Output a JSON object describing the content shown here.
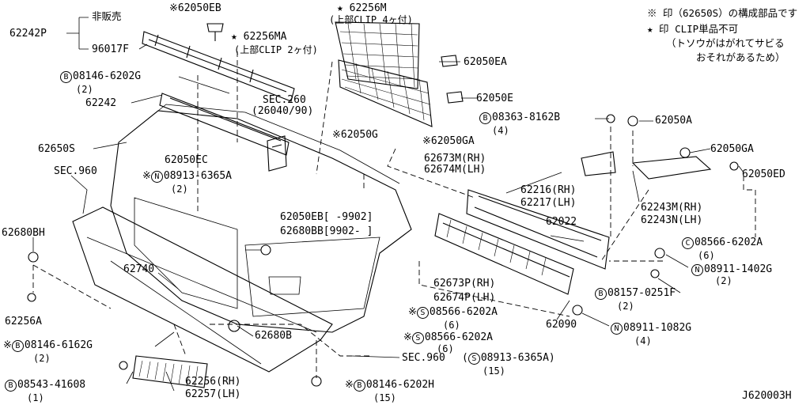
{
  "diagram": {
    "legend": {
      "line1": "※ 印（62650S）の構成部品です",
      "line2": "★ 印  CLIP単品不可",
      "line3": "（トソウがはがれてサビる",
      "line4": "おそれがあるため）"
    },
    "labels": {
      "p62242P": "62242P",
      "not_for_sale": "非販売",
      "p96017F": "96017F",
      "p62050EB_top": "※62050EB",
      "p62256M": "★ 62256M",
      "p62256M_note": "(上部CLIP 4ヶ付)",
      "p62256MA": "★ 62256MA",
      "p62256MA_note": "(上部CLIP 2ヶ付)",
      "p62050EA": "62050EA",
      "b08146_6202G": "08146-6202G",
      "b08146_6202G_qty": "(2)",
      "sec260": "SEC.260",
      "sec260_ref": "(26040/90)",
      "p62050E": "62050E",
      "p62242": "62242",
      "b08363": "08363-8162B",
      "b08363_qty": "(4)",
      "p62050A": "62050A",
      "p62650S": "62650S",
      "p62050G": "※62050G",
      "p62050GA_mid": "※62050GA",
      "p62050GA_right": "62050GA",
      "p62050EC": "62050EC",
      "p62673M": "62673M(RH)",
      "p62674M": "62674M(LH)",
      "sec960_left": "SEC.960",
      "n08913_top": "08913-6365A",
      "n08913_top_qty": "(2)",
      "p62216": "62216(RH)",
      "p62217": "62217(LH)",
      "p62050ED": "62050ED",
      "p62243M": "62243M(RH)",
      "p62243N": "62243N(LH)",
      "p62050EB_mid": "62050EB[     -9902]",
      "p62680BB": "62680BB[9902-     ]",
      "p62022": "62022",
      "p62680BH": "62680BH",
      "c08566_right": "08566-6202A",
      "c08566_right_qty": "(6)",
      "p62740": "62740",
      "n08911_1402G": "08911-1402G",
      "n08911_1402G_qty": "(2)",
      "p62673P": "62673P(RH)",
      "p62674P": "62674P(LH)",
      "b08157": "08157-0251F",
      "b08157_qty": "(2)",
      "p62256A": "62256A",
      "s08566_a": "08566-6202A",
      "s08566_a_qty": "(6)",
      "p62090": "62090",
      "b08146_6162G": "08146-6162G",
      "b08146_6162G_qty": "(2)",
      "p62680B": "62680B",
      "s08566_b": "08566-6202A",
      "s08566_b_qty": "(6)",
      "n08911_1082G": "08911-1082G",
      "n08911_1082G_qty": "(4)",
      "sec960_bottom": "SEC.960",
      "s08913_bottom": "08913-6365A)",
      "s08913_bottom_qty": "(15)",
      "p62256": "62256(RH)",
      "p62257": "62257(LH)",
      "b08543": "08543-41608",
      "b08543_qty": "(1)",
      "b08146_6202H": "08146-6202H",
      "b08146_6202H_qty": "(15)",
      "diagram_code": "J620003H"
    },
    "badges": {
      "B": "B",
      "N": "N",
      "C": "C",
      "S": "S",
      "star_mark": "※",
      "open_paren": "("
    }
  }
}
